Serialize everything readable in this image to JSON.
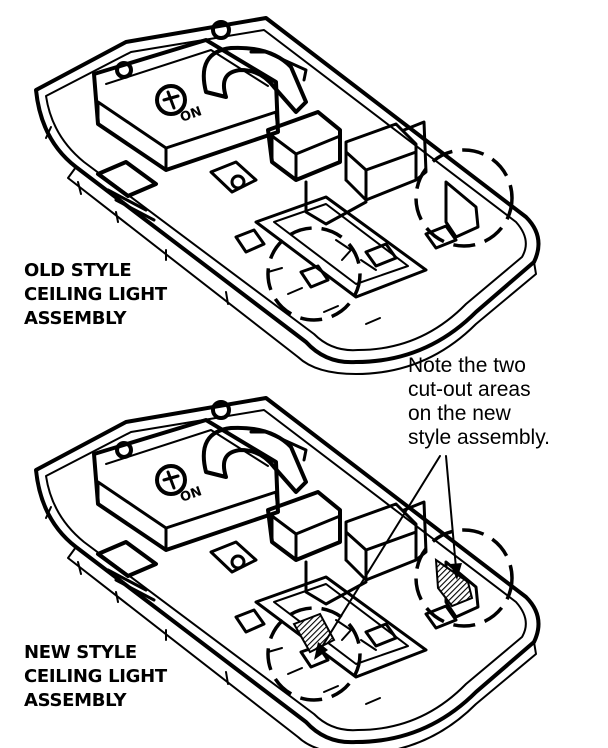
{
  "labels": {
    "old_style": [
      "OLD STYLE",
      "CEILING LIGHT",
      "ASSEMBLY"
    ],
    "new_style": [
      "NEW STYLE",
      "CEILING LIGHT",
      "ASSEMBLY"
    ],
    "note": [
      "Note the two",
      "cut-out areas",
      "on the new",
      "style assembly."
    ]
  },
  "colors": {
    "ink": "#000000",
    "paper": "#ffffff"
  }
}
